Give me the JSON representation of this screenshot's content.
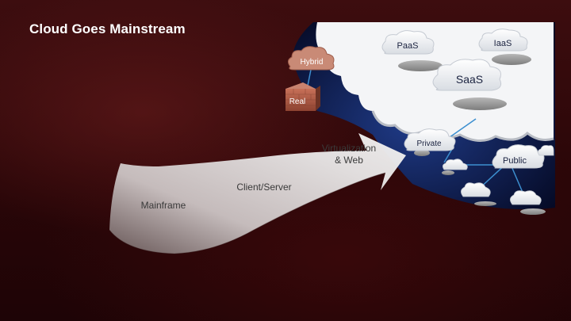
{
  "slide": {
    "title": "Cloud Goes Mainstream"
  },
  "evolution_arrow": {
    "stage_mainframe": "Mainframe",
    "stage_client_server": "Client/Server",
    "stage_virtualization_line1": "Virtualization",
    "stage_virtualization_line2": "& Web"
  },
  "cloud_models": {
    "paas": "PaaS",
    "iaas": "IaaS",
    "saas": "SaaS",
    "hybrid": "Hybrid",
    "real": "Real",
    "private": "Private",
    "public": "Public"
  },
  "colors": {
    "background": "#3a0a0c",
    "night_sky": "#0c1a45",
    "cloud_white": "#ffffff",
    "connector_blue": "#3c8fd0",
    "brick": "#a8553f"
  }
}
